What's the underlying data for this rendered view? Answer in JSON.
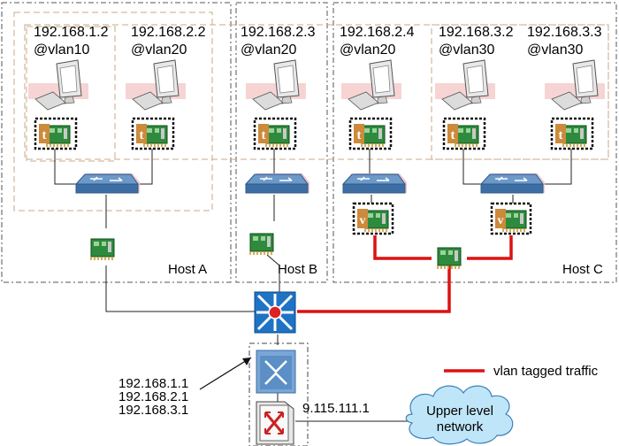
{
  "hosts": {
    "a": {
      "label": "Host A"
    },
    "b": {
      "label": "Host B"
    },
    "c": {
      "label": "Host C"
    }
  },
  "vms": [
    {
      "ip": "192.168.1.2",
      "vlan": "@vlan10",
      "nic_letter": "t"
    },
    {
      "ip": "192.168.2.2",
      "vlan": "@vlan20",
      "nic_letter": "t"
    },
    {
      "ip": "192.168.2.3",
      "vlan": "@vlan20",
      "nic_letter": "t"
    },
    {
      "ip": "192.168.2.4",
      "vlan": "@vlan20",
      "nic_letter": "t"
    },
    {
      "ip": "192.168.3.2",
      "vlan": "@vlan30",
      "nic_letter": "t"
    },
    {
      "ip": "192.168.3.3",
      "vlan": "@vlan30",
      "nic_letter": "t"
    }
  ],
  "vlan_nics": [
    {
      "letter": "v"
    },
    {
      "letter": "v"
    }
  ],
  "router_ips": [
    "192.168.1.1",
    "192.168.2.1",
    "192.168.3.1"
  ],
  "gateway_ip": "9.115.111.1",
  "cloud": {
    "line1": "Upper level",
    "line2": "network"
  },
  "legend": {
    "label": "vlan tagged traffic",
    "color": "#dd1111"
  },
  "colors": {
    "link": "#dd1111",
    "switch_blue": "#1f73c4"
  }
}
